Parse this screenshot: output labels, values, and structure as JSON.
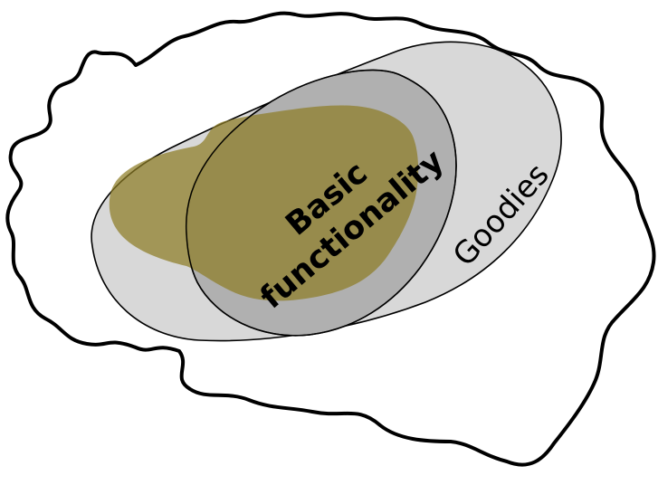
{
  "diagram": {
    "labels": {
      "basic_line1": "Basic",
      "basic_line2": "functionality",
      "goodies": "Goodies"
    },
    "colors": {
      "brain_outline": "#000000",
      "outer_region": "#d8d8d8",
      "inner_region": "#b0b0b0",
      "basic_blob": "#8e7d25",
      "text": "#000000"
    }
  }
}
